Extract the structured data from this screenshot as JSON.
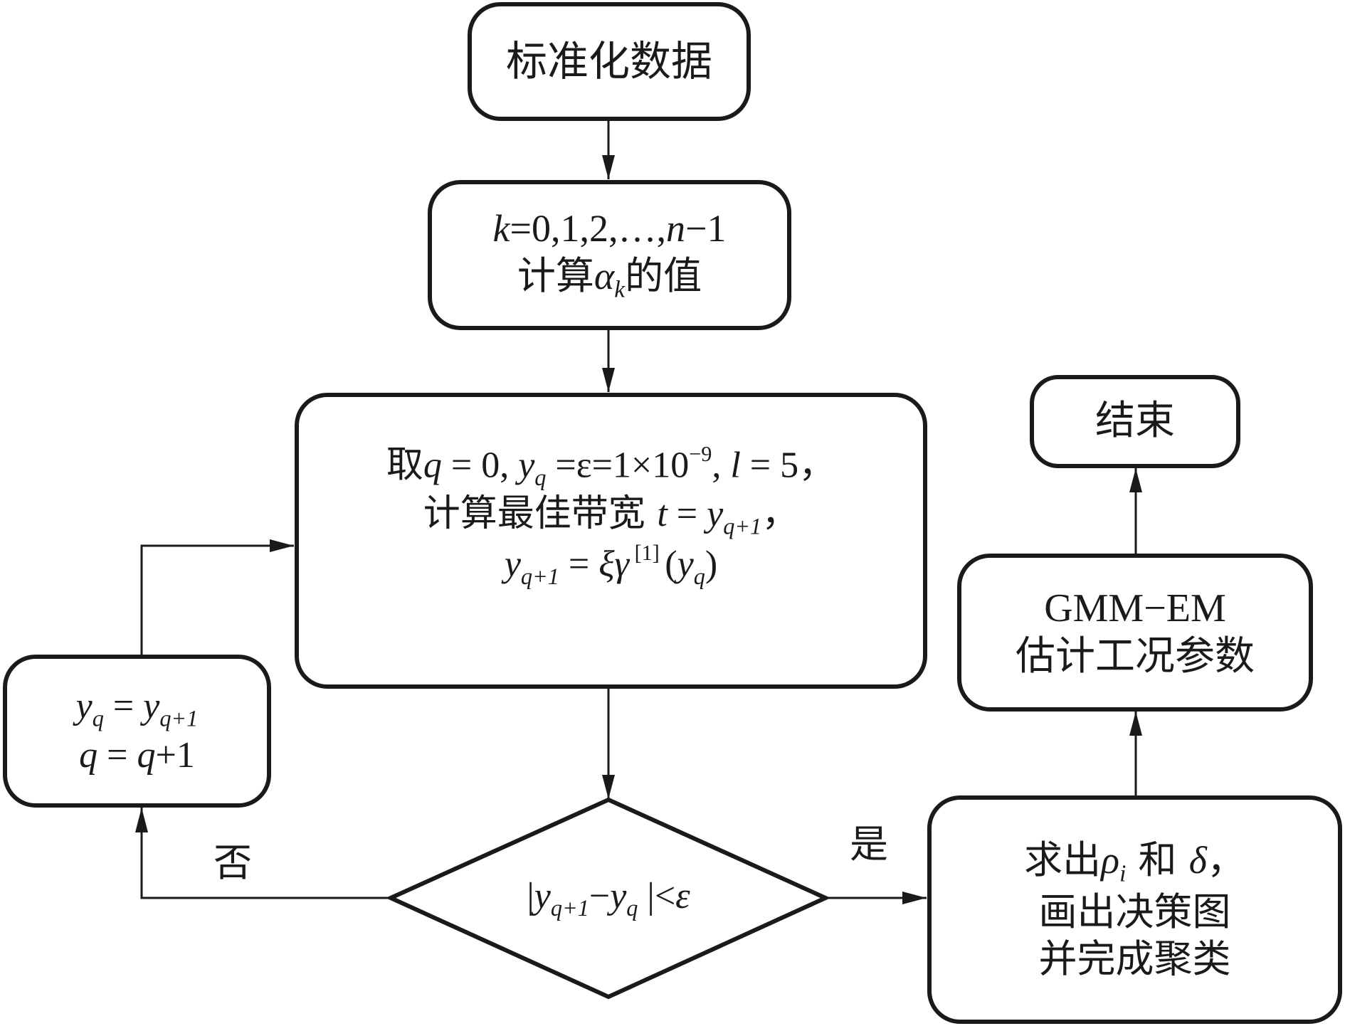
{
  "diagram": {
    "type": "flowchart",
    "nodes": {
      "standardize": {
        "text": "标准化数据"
      },
      "compute_alpha": {
        "line1": {
          "var_k": "k",
          "rest": "=0,1,2,…,",
          "var_n": "n",
          "tail": "−1"
        },
        "line2": {
          "pre": "计算",
          "sym": "α",
          "sub": "k",
          "post": "的值"
        }
      },
      "bandwidth": {
        "line1": {
          "pre": "取",
          "q": "q",
          "eq0": " = 0, ",
          "y": "y",
          "ysub": "q",
          "eps": " =ε=1×10",
          "exp": "−9",
          "comma": ",  ",
          "l": "l",
          "eq5": " = 5，"
        },
        "line2": {
          "pre": "计算最佳带宽 ",
          "t": "t",
          "eq": " = ",
          "y": "y",
          "ysub": "q+1",
          "post": "，"
        },
        "line3": {
          "y": "y",
          "ysub": "q+1",
          "eq": " = ",
          "xi": "ξ",
          "gamma": "γ",
          "sup": " [1] ",
          "open": "(",
          "y2": "y",
          "y2sub": "q",
          "close": ")"
        }
      },
      "update": {
        "line1": {
          "y": "y",
          "ysub": "q",
          "eq": " = ",
          "y2": "y",
          "y2sub": "q+1"
        },
        "line2": {
          "q": "q",
          "eq": " = ",
          "q2": "q",
          "tail": "+1"
        }
      },
      "decision": {
        "open": "|",
        "y": "y",
        "ysub": "q+1",
        "minus": "−",
        "y2": "y",
        "y2sub": "q",
        "close": " |<",
        "eps": "ε"
      },
      "cluster": {
        "line1": {
          "pre": "求出",
          "rho": "ρ",
          "rhosub": "i",
          "mid": " 和 ",
          "delta": "δ",
          "post": "，"
        },
        "line2": "画出决策图",
        "line3": "并完成聚类"
      },
      "gmm": {
        "line1": "GMM−EM",
        "line2": "估计工况参数"
      },
      "end": {
        "text": "结束"
      }
    },
    "edge_labels": {
      "no": "否",
      "yes": "是"
    },
    "edges": [
      {
        "from": "standardize",
        "to": "compute_alpha"
      },
      {
        "from": "compute_alpha",
        "to": "bandwidth"
      },
      {
        "from": "bandwidth",
        "to": "decision"
      },
      {
        "from": "decision",
        "to": "update",
        "label": "否"
      },
      {
        "from": "update",
        "to": "bandwidth"
      },
      {
        "from": "decision",
        "to": "cluster",
        "label": "是"
      },
      {
        "from": "cluster",
        "to": "gmm"
      },
      {
        "from": "gmm",
        "to": "end"
      }
    ]
  }
}
